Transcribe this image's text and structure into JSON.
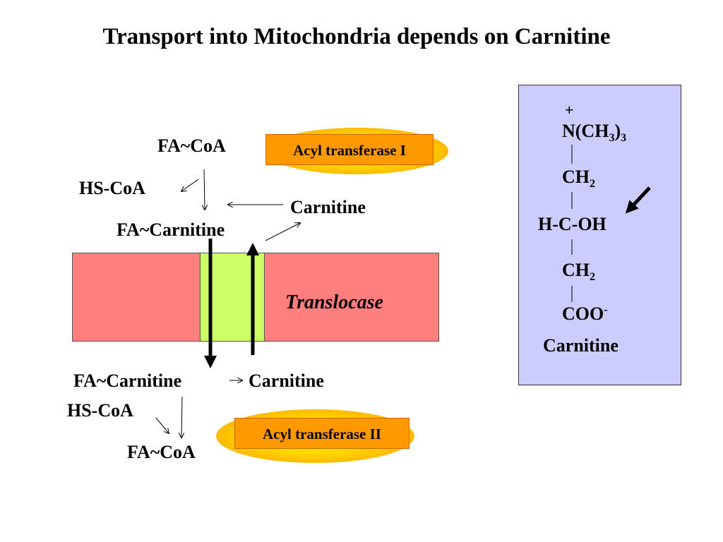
{
  "title": "Transport into Mitochondria depends on Carnitine",
  "labels": {
    "fa_coa_top": "FA~CoA",
    "hs_coa_top": "HS-CoA",
    "carnitine_top": "Carnitine",
    "fa_carnitine_top": "FA~Carnitine",
    "translocase": "Translocase",
    "fa_carnitine_bottom": "FA~Carnitine",
    "carnitine_bottom": "Carnitine",
    "hs_coa_bottom": "HS-CoA",
    "fa_coa_bottom": "FA~CoA"
  },
  "enzymes": {
    "acyl_transferase_1": "Acyl transferase I",
    "acyl_transferase_2": "Acyl transferase II"
  },
  "carnitine_structure": {
    "charge": "+",
    "n_prefix": "N(CH",
    "n_sub1": "3",
    "n_close": ")",
    "n_sub2": "3",
    "ch2_a": "CH",
    "ch2_a_sub": "2",
    "hcoh": "H-C-OH",
    "ch2_b": "CH",
    "ch2_b_sub": "2",
    "coo": "COO",
    "coo_sup": "-",
    "name": "Carnitine"
  },
  "colors": {
    "membrane": "#ff7f7f",
    "translocase": "#ccff66",
    "panel": "#ccccff",
    "enzyme": "#ff9900"
  }
}
